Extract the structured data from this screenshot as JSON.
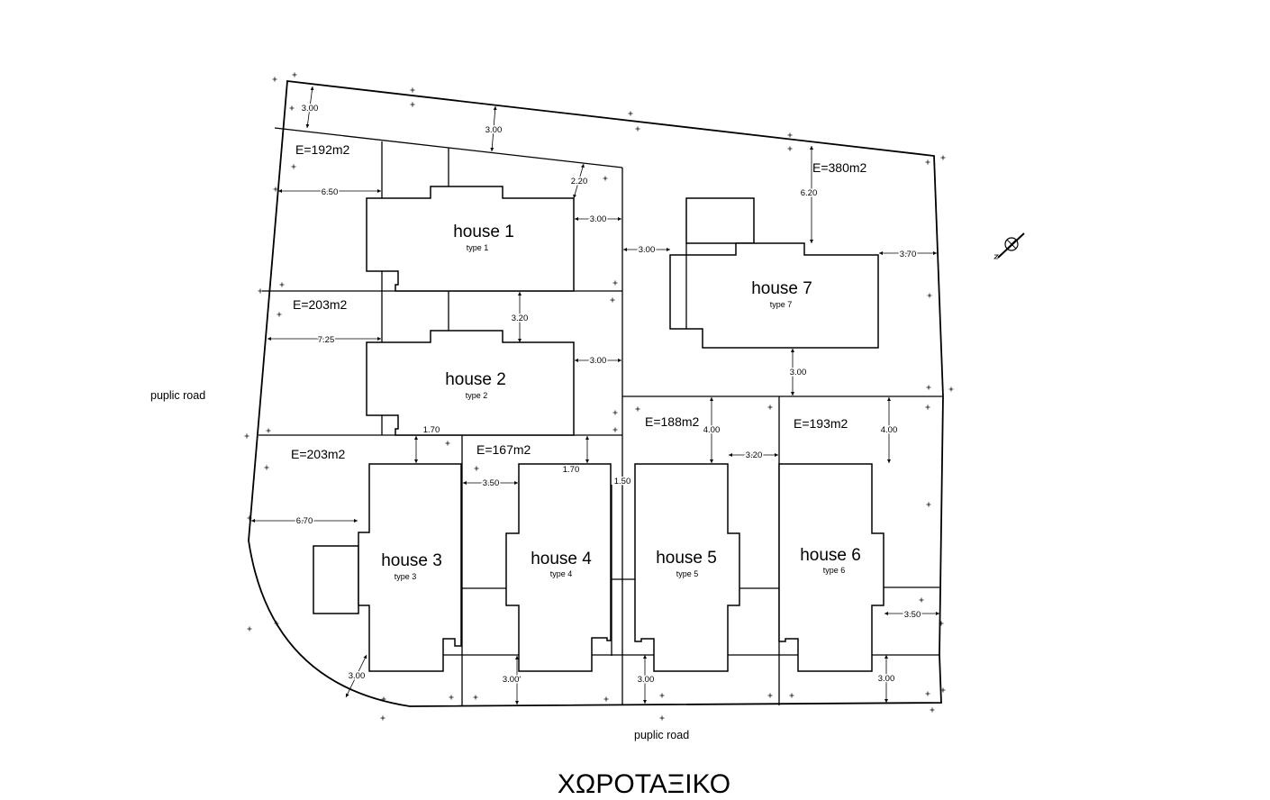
{
  "title": "ΧΩΡΟΤΑΞΙΚΟ",
  "roads": {
    "west": "puplic road",
    "south": "puplic road"
  },
  "houses": [
    {
      "name": "house 1",
      "type": "type 1"
    },
    {
      "name": "house 2",
      "type": "type 2"
    },
    {
      "name": "house 3",
      "type": "type 3"
    },
    {
      "name": "house 4",
      "type": "type 4"
    },
    {
      "name": "house 5",
      "type": "type 5"
    },
    {
      "name": "house 6",
      "type": "type 6"
    },
    {
      "name": "house 7",
      "type": "type 7"
    }
  ],
  "plots": [
    {
      "area": "E=192m2"
    },
    {
      "area": "E=203m2"
    },
    {
      "area": "E=203m2"
    },
    {
      "area": "E=167m2"
    },
    {
      "area": "E=188m2"
    },
    {
      "area": "E=193m2"
    },
    {
      "area": "E=380m2"
    }
  ],
  "dimensions": {
    "top_left": "3.00",
    "top_mid": "3.00",
    "h1_left": "6.50",
    "h1_corner": "2.20",
    "h1_right": "3.00",
    "h7_left": "3.00",
    "h7_top": "6.20",
    "h7_right": "3.70",
    "h7_bottom": "3.00",
    "h2_top": "3.20",
    "h2_left": "7.25",
    "h2_right": "3.00",
    "h3_top": "1.70",
    "h3_left": "6.70",
    "h3_bottom": "3.00",
    "h4_left": "3.50",
    "h4_top": "1.70",
    "h4_right": "1.50",
    "h4_bottom": "3.00′",
    "h5_top": "4.00",
    "h5_right": "3.20",
    "h5_bottom": "3.00",
    "h6_top": "4.00",
    "h6_right": "3.50",
    "h6_bottom": "3.00"
  }
}
